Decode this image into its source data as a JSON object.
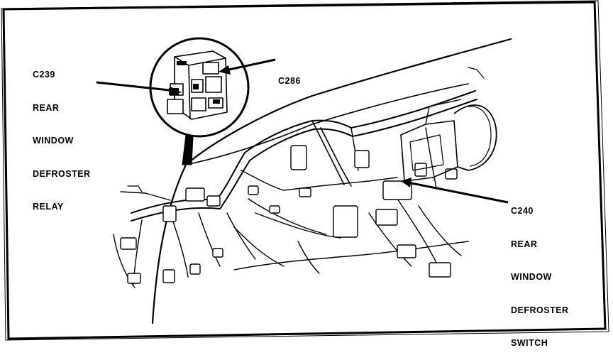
{
  "callouts": {
    "relay": {
      "lines": [
        "C239",
        "REAR",
        "WINDOW",
        "DEFROSTER",
        "RELAY"
      ]
    },
    "connector": {
      "lines": [
        "C286"
      ]
    },
    "switch": {
      "lines": [
        "C240",
        "REAR",
        "WINDOW",
        "DEFROSTER",
        "SWITCH"
      ]
    }
  },
  "colors": {
    "ink": "#000000",
    "paper": "#ffffff"
  }
}
